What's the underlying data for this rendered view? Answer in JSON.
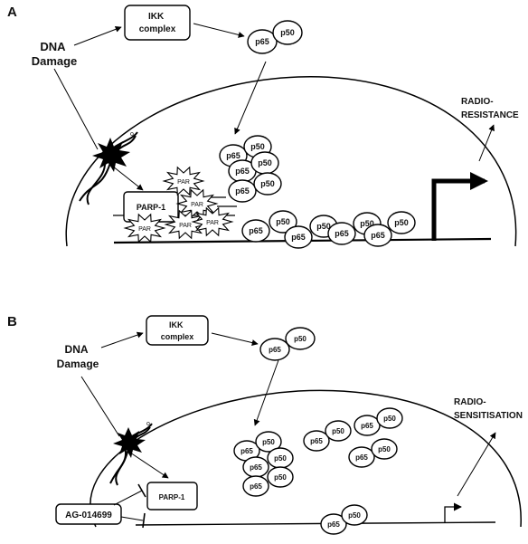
{
  "panel_a": {
    "label": "A",
    "dna_damage": [
      "DNA",
      "Damage"
    ],
    "ikk_complex": [
      "IKK",
      "complex"
    ],
    "parp1": "PARP-1",
    "par": "PAR",
    "p65": "p65",
    "p50": "p50",
    "outcome": [
      "RADIO-",
      "RESISTANCE"
    ]
  },
  "panel_b": {
    "label": "B",
    "dna_damage": [
      "DNA",
      "Damage"
    ],
    "ikk_complex": [
      "IKK",
      "complex"
    ],
    "parp1": "PARP-1",
    "inhibitor": "AG-014699",
    "p65": "p65",
    "p50": "p50",
    "outcome": [
      "RADIO-",
      "SENSITISATION"
    ]
  }
}
